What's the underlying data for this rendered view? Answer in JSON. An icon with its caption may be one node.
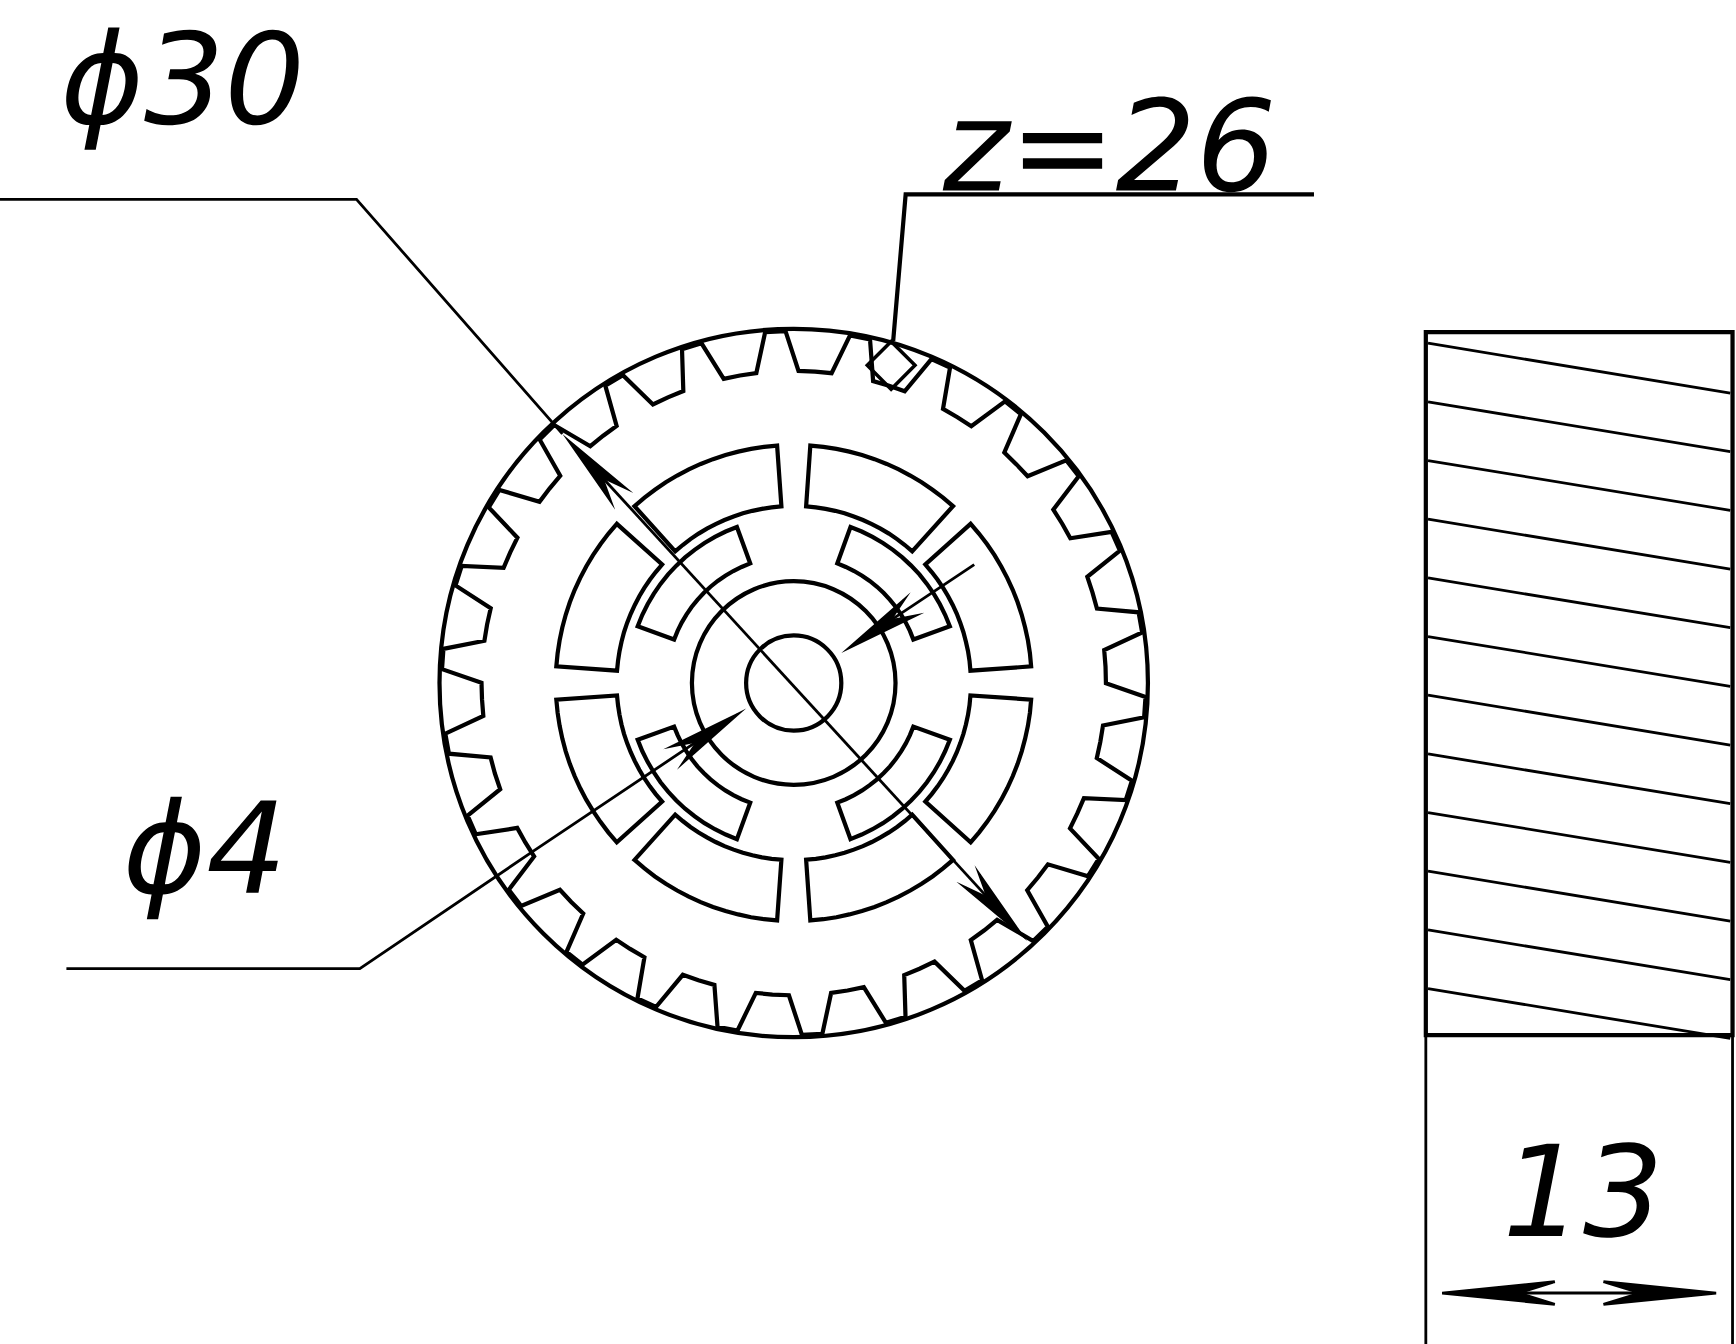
{
  "diagram": {
    "nodes": [
      {
        "text": [
          "z=26"
        ]
      },
      {
        "text": [],
        "shape": "picture"
      }
    ],
    "edges": [
      {
        "from": 0,
        "to": 1,
        "arrow": "none"
      }
    ],
    "labels": [
      "ϕ30",
      "ϕ4",
      "13"
    ]
  }
}
